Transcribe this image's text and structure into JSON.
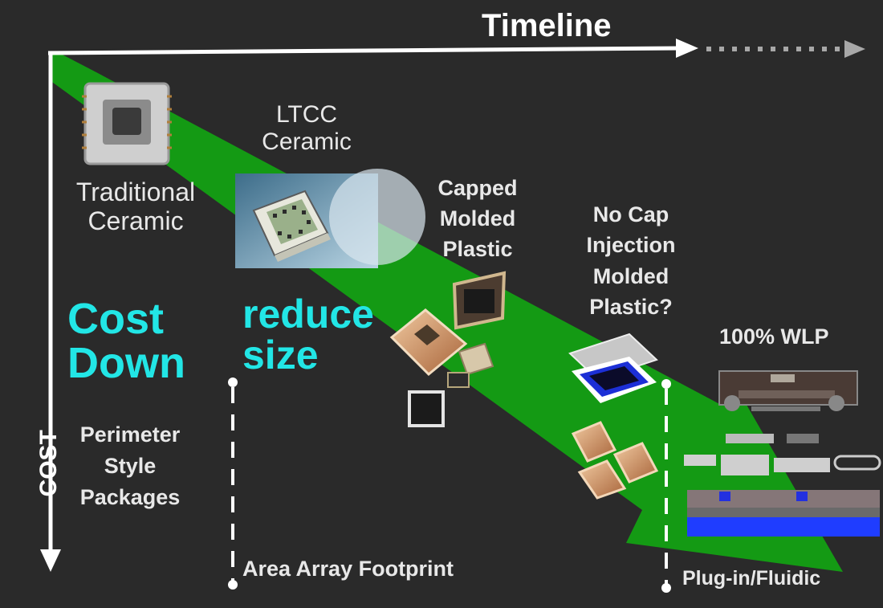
{
  "axes": {
    "timeline_label": "Timeline",
    "cost_label": "COST"
  },
  "callouts": {
    "cost_down": "Cost\nDown",
    "reduce_size": "reduce\nsize"
  },
  "packages": [
    {
      "key": "traditional",
      "label": "Traditional\nCeramic"
    },
    {
      "key": "ltcc",
      "label": "LTCC\nCeramic"
    },
    {
      "key": "capped",
      "label": "Capped\nMolded\nPlastic"
    },
    {
      "key": "nocap",
      "label": "No Cap\nInjection\nMolded\nPlastic?"
    },
    {
      "key": "wlp",
      "label": "100% WLP"
    }
  ],
  "footprints": {
    "perimeter": "Perimeter\nStyle\nPackages",
    "area_array": "Area Array Footprint",
    "plugin": "Plug-in/Fluidic"
  },
  "colors": {
    "background": "#2a2a2a",
    "arrow_green": "#149a14",
    "callout_cyan": "#22e6e6",
    "label_gray": "#e8e8e8"
  }
}
